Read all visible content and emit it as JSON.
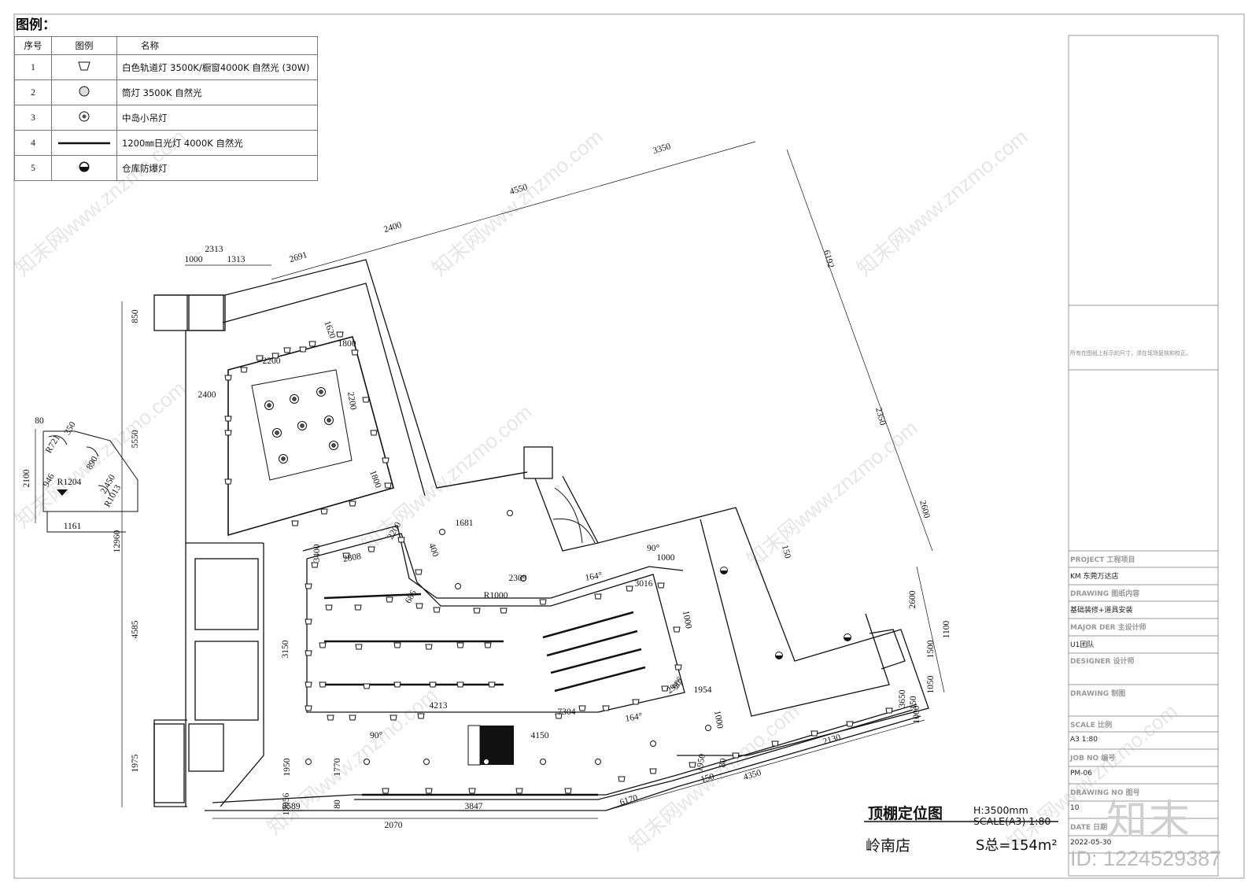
{
  "legend": {
    "title": "图例：",
    "headers": {
      "index": "序号",
      "symbol": "图例",
      "name": "名称"
    },
    "items": [
      {
        "index": "1",
        "symbol": "track-light-icon",
        "name": "白色轨道灯 3500K/橱窗4000K 自然光 (30W)"
      },
      {
        "index": "2",
        "symbol": "downlight-icon",
        "name": "筒灯 3500K 自然光"
      },
      {
        "index": "3",
        "symbol": "pendant-light-icon",
        "name": "中岛小吊灯"
      },
      {
        "index": "4",
        "symbol": "fluorescent-line-icon",
        "name": "1200㎜日光灯 4000K 自然光"
      },
      {
        "index": "5",
        "symbol": "explosion-proof-light-icon",
        "name": "仓库防爆灯"
      }
    ]
  },
  "titleblock": {
    "note": "所有在图纸上标示的尺寸，须在现场复核和校正。",
    "project_label": "PROJECT 工程项目",
    "project_value": "KM 东莞万达店",
    "drawing_label": "DRAWING 图纸内容",
    "drawing_value": "基础装修+道具安装",
    "major_label": "MAJOR DER 主设计师",
    "major_value": "U1团队",
    "designer_label": "DESIGNER 设计师",
    "drawn_label": "DRAWING 制图",
    "scale_label": "SCALE 比例",
    "scale_value": "A3 1:80",
    "job_label": "JOB NO 编号",
    "job_value": "PM-06",
    "drawing_no_label": "DRAWING NO 图号",
    "drawing_no_value": "10",
    "date_label": "DATE 日期",
    "date_value": "2022-05-30"
  },
  "sheet": {
    "title": "顶棚定位图",
    "height": "H:3500mm",
    "scale": "SCALE(A3)  1:80",
    "store": "岭南店",
    "area": "S总=154m²"
  },
  "brand": {
    "logo": "知末",
    "id": "ID: 1224529387",
    "watermark": "知末网www.znzmo.com"
  },
  "dimensions": [
    {
      "text": "3350"
    },
    {
      "text": "4550"
    },
    {
      "text": "2400"
    },
    {
      "text": "2691"
    },
    {
      "text": "2313"
    },
    {
      "text": "1000"
    },
    {
      "text": "1313"
    },
    {
      "text": "6192"
    },
    {
      "text": "2350"
    },
    {
      "text": "2600"
    },
    {
      "text": "850"
    },
    {
      "text": "5550"
    },
    {
      "text": "12960"
    },
    {
      "text": "4585"
    },
    {
      "text": "1975"
    },
    {
      "text": "2200"
    },
    {
      "text": "2200"
    },
    {
      "text": "2400"
    },
    {
      "text": "1620"
    },
    {
      "text": "1800"
    },
    {
      "text": "1800"
    },
    {
      "text": "1681"
    },
    {
      "text": "3400"
    },
    {
      "text": "2808"
    },
    {
      "text": "400"
    },
    {
      "text": "686"
    },
    {
      "text": "R1000"
    },
    {
      "text": "2309"
    },
    {
      "text": "164°"
    },
    {
      "text": "3016"
    },
    {
      "text": "90°"
    },
    {
      "text": "1000"
    },
    {
      "text": "1000"
    },
    {
      "text": "3150"
    },
    {
      "text": "4213"
    },
    {
      "text": "7304"
    },
    {
      "text": "164°"
    },
    {
      "text": "2937"
    },
    {
      "text": "90°"
    },
    {
      "text": "4150"
    },
    {
      "text": "1954"
    },
    {
      "text": "1000"
    },
    {
      "text": "1950"
    },
    {
      "text": "1770"
    },
    {
      "text": "1950"
    },
    {
      "text": "80"
    },
    {
      "text": "150"
    },
    {
      "text": "2130"
    },
    {
      "text": "4350"
    },
    {
      "text": "8589"
    },
    {
      "text": "3847"
    },
    {
      "text": "6170"
    },
    {
      "text": "2070"
    },
    {
      "text": "10056"
    },
    {
      "text": "80"
    },
    {
      "text": "150"
    },
    {
      "text": "2600"
    },
    {
      "text": "1500"
    },
    {
      "text": "1050"
    },
    {
      "text": "1100"
    },
    {
      "text": "3650"
    },
    {
      "text": "1000"
    },
    {
      "text": "150"
    },
    {
      "text": "80"
    },
    {
      "text": "350"
    },
    {
      "text": "R721"
    },
    {
      "text": "890"
    },
    {
      "text": "946"
    },
    {
      "text": "R1204"
    },
    {
      "text": "2.450"
    },
    {
      "text": "R1013"
    },
    {
      "text": "1161"
    },
    {
      "text": "2100"
    },
    {
      "text": "2200"
    },
    {
      "text": "90°"
    },
    {
      "text": "90°"
    }
  ]
}
